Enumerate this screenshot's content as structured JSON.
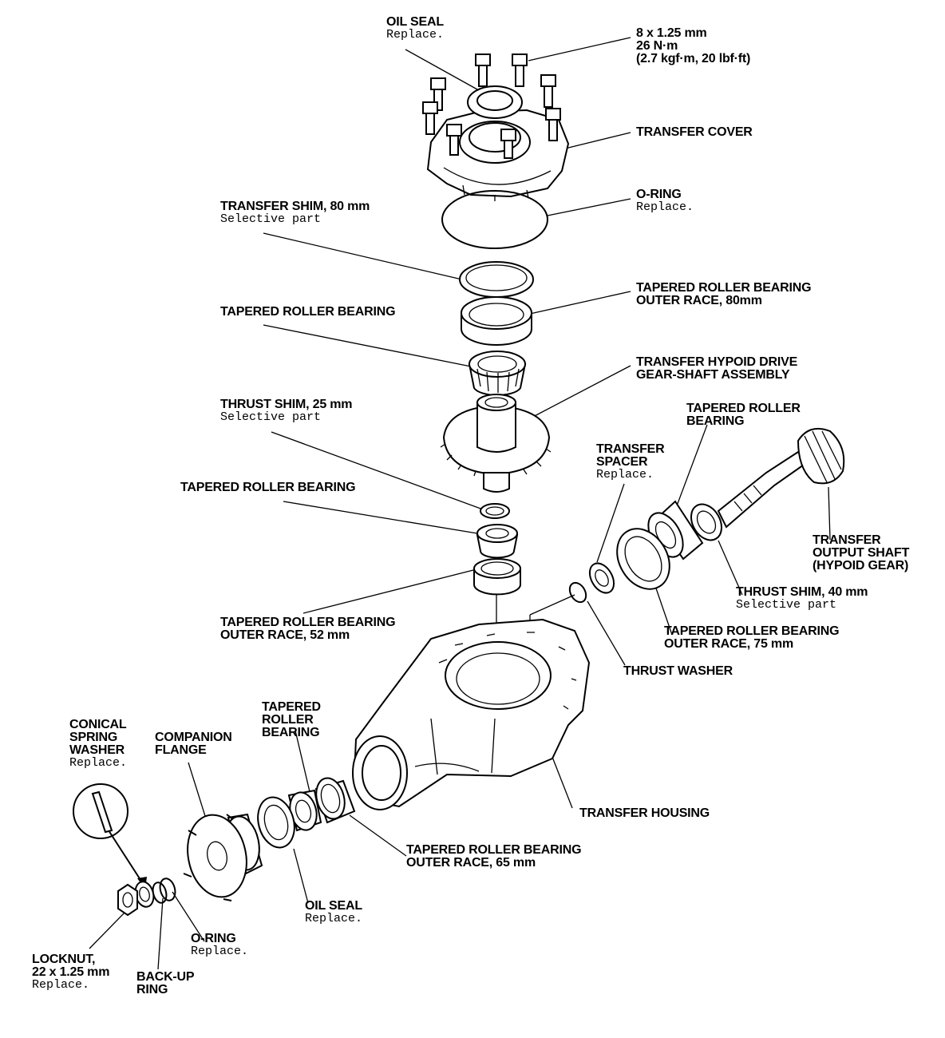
{
  "labels": {
    "oil_seal_top": {
      "title": "OIL SEAL",
      "note": "Replace."
    },
    "bolt_spec": {
      "line1": "8 x 1.25 mm",
      "line2": "26 N·m",
      "line3": "(2.7 kgf·m, 20 lbf·ft)"
    },
    "transfer_cover": {
      "title": "TRANSFER COVER"
    },
    "o_ring_top": {
      "title": "O-RING",
      "note": "Replace."
    },
    "transfer_shim": {
      "title": "TRANSFER SHIM, 80 mm",
      "note": "Selective part"
    },
    "race_80": {
      "line1": "TAPERED ROLLER BEARING",
      "line2": "OUTER RACE, 80mm"
    },
    "bearing_upper": {
      "title": "TAPERED ROLLER BEARING"
    },
    "hypoid_drive": {
      "line1": "TRANSFER HYPOID DRIVE",
      "line2": "GEAR-SHAFT ASSEMBLY"
    },
    "thrust_shim_25": {
      "title": "THRUST SHIM, 25 mm",
      "note": "Selective part"
    },
    "bearing_right": {
      "line1": "TAPERED ROLLER",
      "line2": "BEARING"
    },
    "transfer_spacer": {
      "line1": "TRANSFER",
      "line2": "SPACER",
      "note": "Replace."
    },
    "bearing_mid": {
      "title": "TAPERED ROLLER BEARING"
    },
    "output_shaft": {
      "line1": "TRANSFER",
      "line2": "OUTPUT SHAFT",
      "line3": "(HYPOID GEAR)"
    },
    "thrust_shim_40": {
      "title": "THRUST SHIM, 40 mm",
      "note": "Selective part"
    },
    "race_52": {
      "line1": "TAPERED ROLLER BEARING",
      "line2": "OUTER RACE, 52 mm"
    },
    "race_75": {
      "line1": "TAPERED ROLLER BEARING",
      "line2": "OUTER RACE, 75 mm"
    },
    "thrust_washer": {
      "title": "THRUST WASHER"
    },
    "conical_washer": {
      "line1": "CONICAL",
      "line2": "SPRING",
      "line3": "WASHER",
      "note": "Replace."
    },
    "companion_flange": {
      "line1": "COMPANION",
      "line2": "FLANGE"
    },
    "bearing_lower": {
      "line1": "TAPERED",
      "line2": "ROLLER",
      "line3": "BEARING"
    },
    "transfer_housing": {
      "title": "TRANSFER HOUSING"
    },
    "race_65": {
      "line1": "TAPERED ROLLER BEARING",
      "line2": "OUTER RACE, 65 mm"
    },
    "oil_seal_bottom": {
      "title": "OIL SEAL",
      "note": "Replace."
    },
    "o_ring_bottom": {
      "title": "O-RING",
      "note": "Replace."
    },
    "locknut": {
      "line1": "LOCKNUT,",
      "line2": "22 x 1.25 mm",
      "note": "Replace."
    },
    "backup_ring": {
      "line1": "BACK-UP",
      "line2": "RING"
    }
  }
}
